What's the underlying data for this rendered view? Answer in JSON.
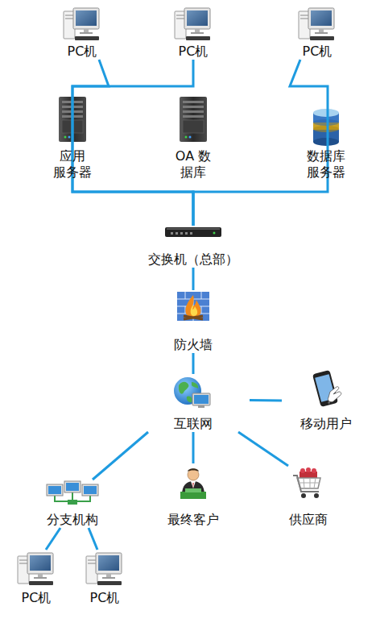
{
  "diagram": {
    "nodes": [
      {
        "text": [
          "PC机"
        ]
      },
      {
        "text": [
          "PC机"
        ]
      },
      {
        "text": [
          "PC机"
        ]
      },
      {
        "text": [
          "应用 服务器"
        ]
      },
      {
        "text": [
          "OA 数据库"
        ]
      },
      {
        "text": [
          "数据库 服务器"
        ]
      },
      {
        "text": [
          "交换机（总部）"
        ]
      },
      {
        "text": [
          "防火墙"
        ]
      },
      {
        "text": [
          "互联网"
        ]
      },
      {
        "text": [
          "移动用户"
        ]
      },
      {
        "text": [
          "分支机构"
        ]
      },
      {
        "text": [
          "最终客户"
        ]
      },
      {
        "text": [
          "供应商"
        ]
      },
      {
        "text": [
          "PC机"
        ]
      },
      {
        "text": [
          "PC机"
        ]
      }
    ],
    "edges": [
      {
        "from": 0,
        "to": 6,
        "arrow": "none"
      },
      {
        "from": 1,
        "to": 6,
        "arrow": "none"
      },
      {
        "from": 2,
        "to": 6,
        "arrow": "none"
      },
      {
        "from": 6,
        "to": 7,
        "arrow": "none"
      },
      {
        "from": 7,
        "to": 8,
        "arrow": "none"
      },
      {
        "from": 8,
        "to": 9,
        "arrow": "none"
      },
      {
        "from": 8,
        "to": 10,
        "arrow": "none"
      },
      {
        "from": 8,
        "to": 11,
        "arrow": "none"
      },
      {
        "from": 8,
        "to": 12,
        "arrow": "none"
      },
      {
        "from": 10,
        "to": 13,
        "arrow": "none"
      },
      {
        "from": 10,
        "to": 14,
        "arrow": "none"
      }
    ]
  }
}
